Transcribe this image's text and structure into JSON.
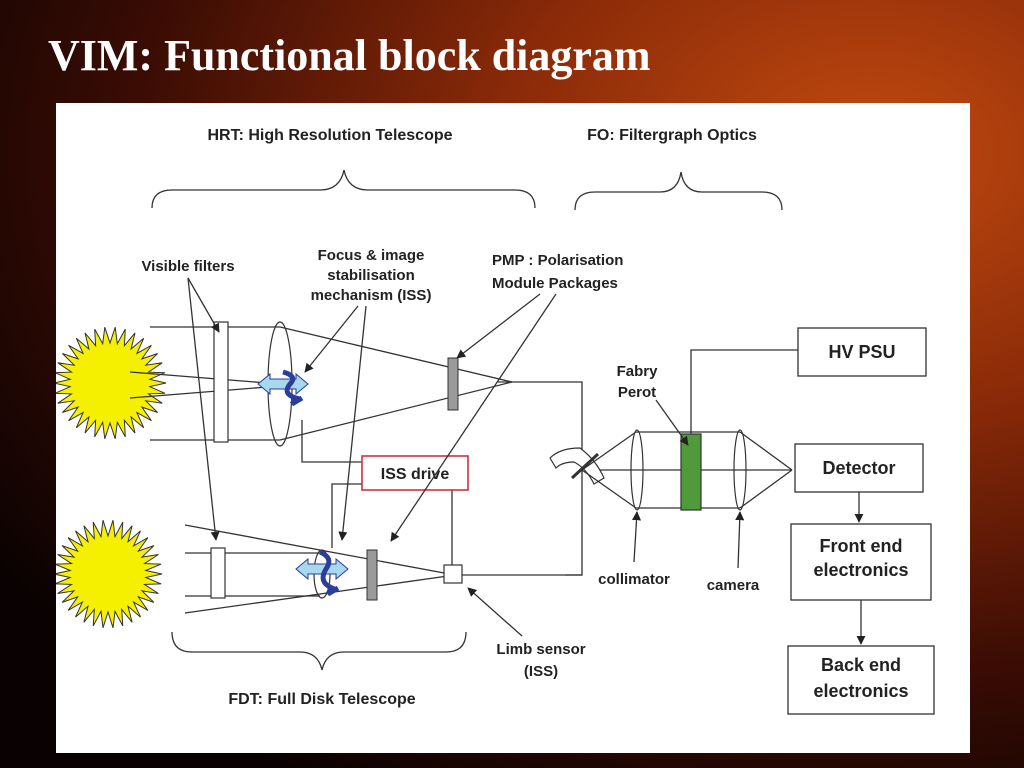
{
  "title": "VIM: Functional block diagram",
  "diagram": {
    "hrt_label": "HRT: High Resolution Telescope",
    "fo_label": "FO: Filtergraph Optics",
    "fdt_label": "FDT: Full Disk Telescope",
    "visible_filters": "Visible filters",
    "focus_iss": [
      "Focus & image",
      "stabilisation",
      "mechanism (ISS)"
    ],
    "pmp": [
      "PMP : Polarisation",
      "Module Packages"
    ],
    "fabry_perot": [
      "Fabry",
      "Perot"
    ],
    "iss_drive": "ISS drive",
    "hv_psu": "HV PSU",
    "detector": "Detector",
    "front_end": [
      "Front end",
      "electronics"
    ],
    "back_end": [
      "Back end",
      "electronics"
    ],
    "collimator": "collimator",
    "camera": "camera",
    "limb_sensor": [
      "Limb sensor",
      "(ISS)"
    ],
    "colors": {
      "sun": "#f5f000",
      "fabry_perot": "#4f9a3a",
      "iss_drive_border": "#cc3344",
      "arrow_dark": "#2a3e9a",
      "arrow_light": "#a8d8ee",
      "pmp_fill": "#9a9a9a"
    }
  }
}
